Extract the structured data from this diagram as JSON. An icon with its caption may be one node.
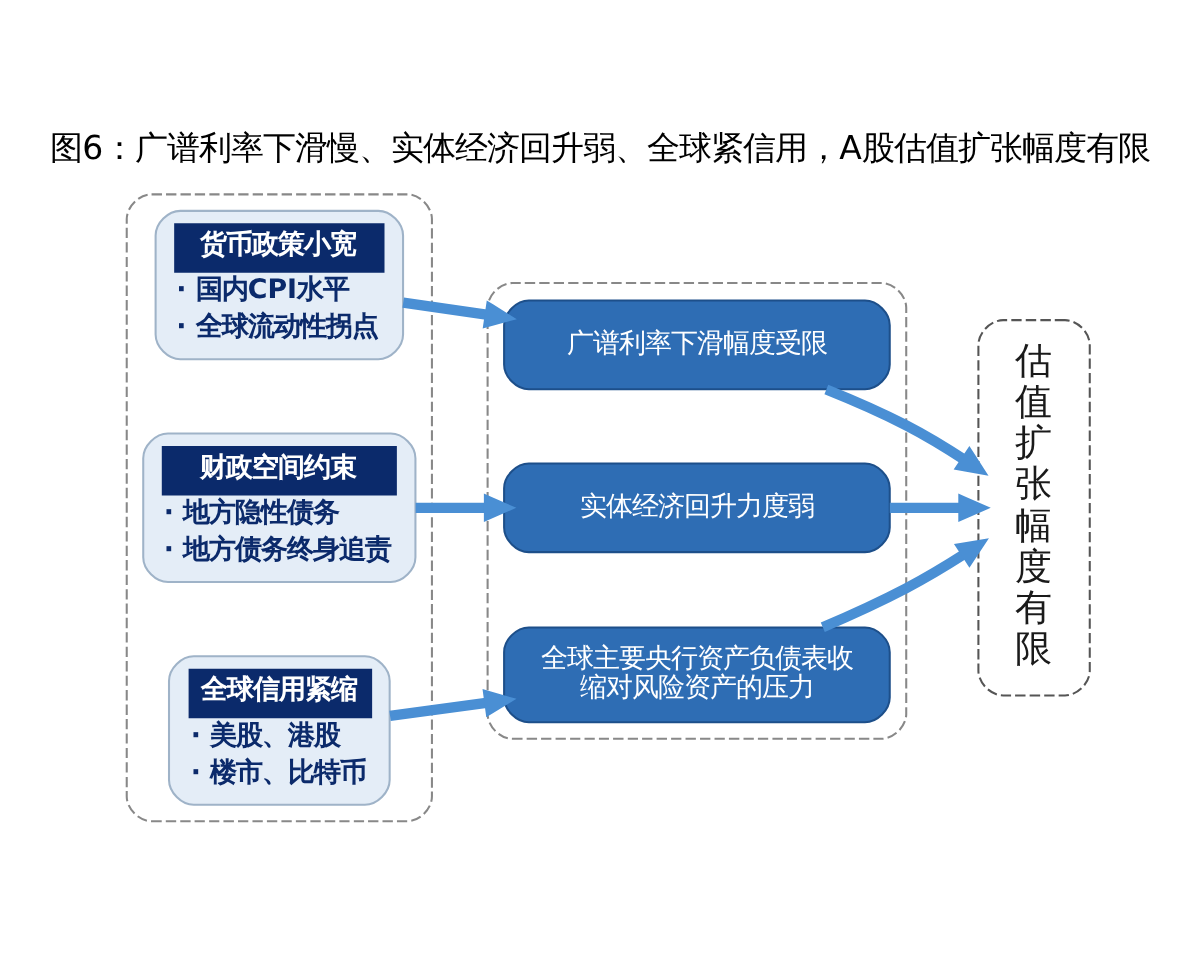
{
  "diagram": {
    "title": "图6：广谱利率下滑慢、实体经济回升弱、全球紧信用，A股估值扩张幅度有限",
    "nodes": [
      {
        "text": [],
        "shape": "box"
      },
      {
        "text": [
          "货币政策小宽",
          "· 国内CPI水平",
          "· 全球流动性拐点"
        ],
        "in": 0
      },
      {
        "text": [
          "财政空间约束",
          "· 地方隐性债务",
          "· 地方债务终身追责"
        ],
        "in": 0
      },
      {
        "text": [
          "全球信用紧缩",
          "· 美股、港股",
          "· 楼市、比特币"
        ],
        "in": 0
      },
      {
        "text": [],
        "shape": "box"
      },
      {
        "text": [
          "广谱利率下滑幅度受限"
        ],
        "in": 4
      },
      {
        "text": [
          "实体经济回升力度弱"
        ],
        "in": 4
      },
      {
        "text": [
          "全球主要央行资产负债表收缩对风险资产的压力"
        ],
        "in": 4
      },
      {
        "text": [
          "估值扩张幅度有限"
        ]
      }
    ],
    "edges": [
      {
        "from": 1,
        "to": 5,
        "arrow": "to"
      },
      {
        "from": 2,
        "to": 6,
        "arrow": "to"
      },
      {
        "from": 3,
        "to": 7,
        "arrow": "to"
      },
      {
        "from": 5,
        "to": 8,
        "arrow": "to"
      },
      {
        "from": 6,
        "to": 8,
        "arrow": "to"
      },
      {
        "from": 7,
        "to": 8,
        "arrow": "to"
      }
    ]
  }
}
